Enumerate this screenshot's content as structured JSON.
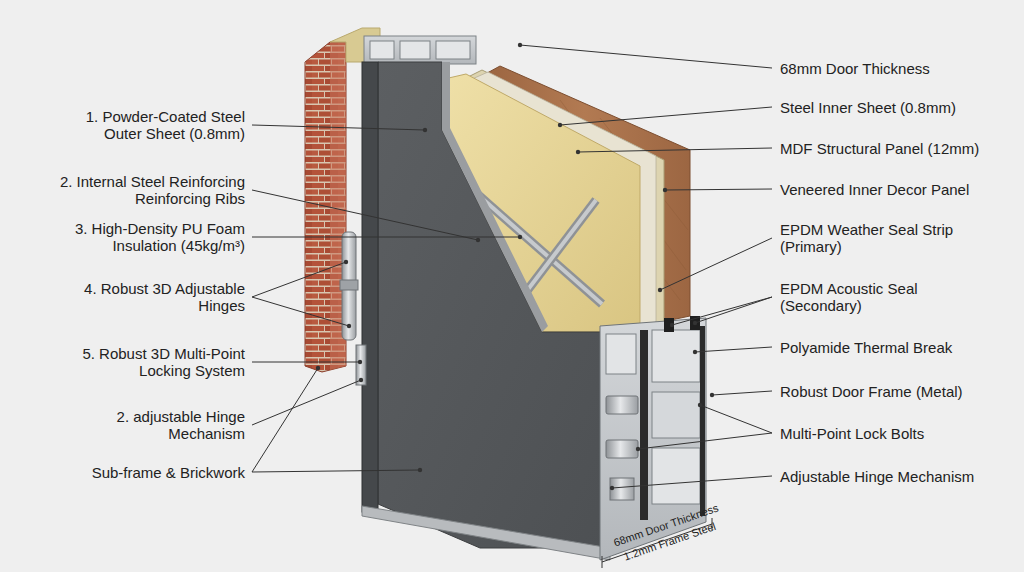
{
  "diagram": {
    "labels": [
      "1. Powder-Coated Steel Outer Sheet (0.8mm)",
      "2. Internal Steel Reinforcing Reinforcing Ribs",
      "3. High-Density PU Foam Insulation (45kg/m³)",
      "4. Robust 3D Adjustable Hinges",
      "5. Robust 3D Multi-Point Locking System",
      "2. adjustable Hinge Mechanism",
      "Sub-frame & Brickwork",
      "68mm Door Thickness",
      "Steel Inner Sheet (0.8mm)",
      "MDF Structural Panel (12mm)",
      "Veneered Inner Decor Panel",
      "EPDM Weather Seal Strip (Primary)",
      "EPDM Acoustic Seal (Secondary)",
      "Polyamide Thermal Break",
      "Robust Door Frame (Metal)",
      "Multi-Point Lock Bolts",
      "Adjustable Hinge Mechanism",
      "68mm Door Thickness",
      "1.2mm Frame Steel"
    ]
  }
}
